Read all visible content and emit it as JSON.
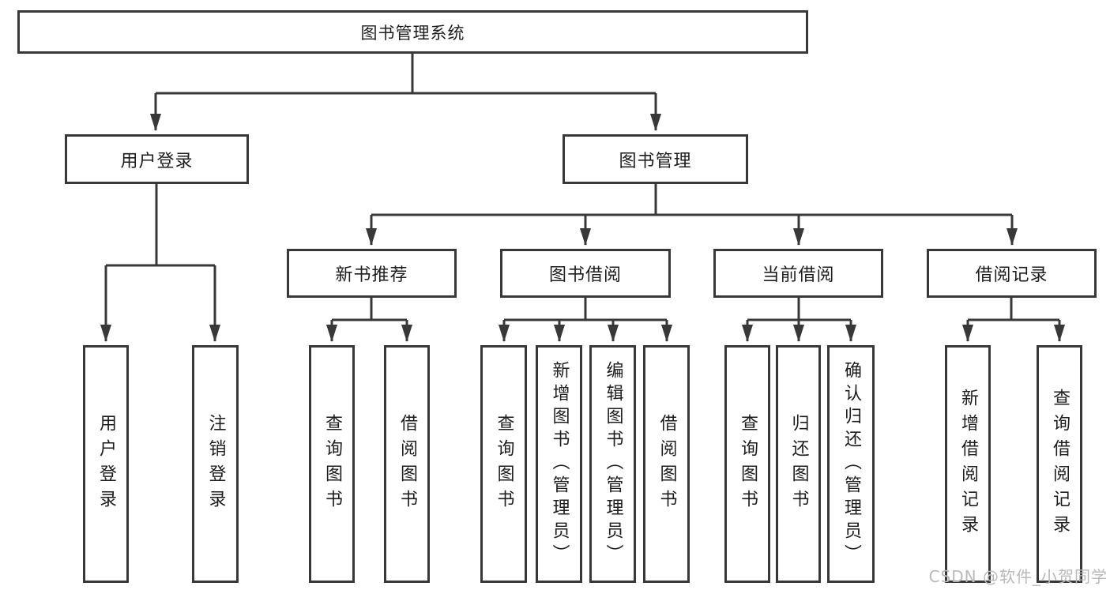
{
  "palette": {
    "line": "#383838",
    "text": "#1d1d1d",
    "box_fill": "#ffffff",
    "watermark_color": "#b9b9b9"
  },
  "watermark": {
    "text": "CSDN @软件_小贺同学"
  },
  "tree": {
    "root": {
      "label": "图书管理系统"
    },
    "branches": [
      {
        "label": "用户登录",
        "children": [
          {
            "label": "用户登录"
          },
          {
            "label": "注销登录"
          }
        ]
      },
      {
        "label": "图书管理",
        "groups": [
          {
            "label": "新书推荐",
            "children": [
              {
                "label": "查询图书"
              },
              {
                "label": "借阅图书"
              }
            ]
          },
          {
            "label": "图书借阅",
            "children": [
              {
                "label": "查询图书"
              },
              {
                "label": "新增图书（管理员）"
              },
              {
                "label": "编辑图书（管理员）"
              },
              {
                "label": "借阅图书"
              }
            ]
          },
          {
            "label": "当前借阅",
            "children": [
              {
                "label": "查询图书"
              },
              {
                "label": "归还图书"
              },
              {
                "label": "确认归还（管理员）"
              }
            ]
          },
          {
            "label": "借阅记录",
            "children": [
              {
                "label": "新增借阅记录"
              },
              {
                "label": "查询借阅记录"
              }
            ]
          }
        ]
      }
    ]
  }
}
